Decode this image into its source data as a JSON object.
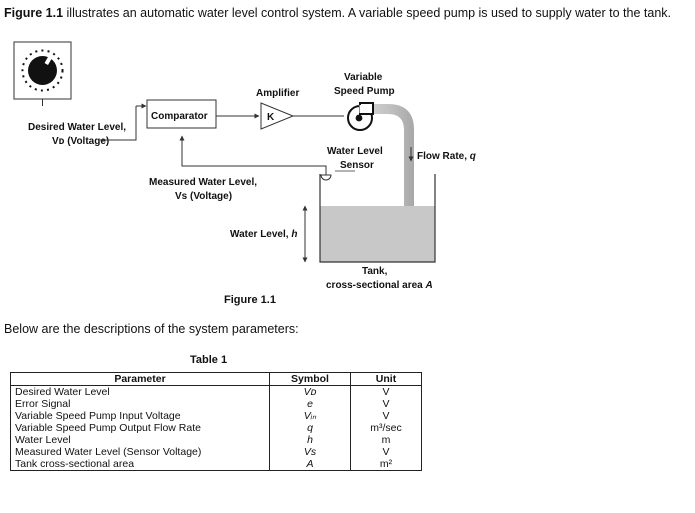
{
  "intro": {
    "figure_ref": "Figure 1.1",
    "rest": " illustrates an automatic water level control system. A variable speed pump is used to supply water to the tank."
  },
  "diagram": {
    "amplifier_label": "Amplifier",
    "amplifier_gain": "K",
    "pump_label_line1": "Variable",
    "pump_label_line2": "Speed Pump",
    "comparator_label": "Comparator",
    "desired_line1": "Desired Water Level,",
    "desired_line2": "Vᴅ (Voltage)",
    "sensor_line1": "Water Level",
    "sensor_line2": "Sensor",
    "flow_label": "Flow Rate,",
    "flow_symbol": "q",
    "measured_line1": "Measured Water Level,",
    "measured_line2": "Vs (Voltage)",
    "water_level_label": "Water Level,",
    "water_level_symbol": "h",
    "tank_line1": "Tank,",
    "tank_line2": "cross-sectional area",
    "tank_symbol": "A",
    "figure_caption": "Figure 1.1"
  },
  "description": "Below are the descriptions of the system parameters:",
  "table": {
    "title": "Table 1",
    "headers": {
      "parameter": "Parameter",
      "symbol": "Symbol",
      "unit": "Unit"
    },
    "rows": [
      {
        "parameter": "Desired Water Level",
        "symbol": "Vᴅ",
        "unit": "V"
      },
      {
        "parameter": "Error Signal",
        "symbol": "e",
        "unit": "V"
      },
      {
        "parameter": "Variable Speed Pump Input Voltage",
        "symbol": "Vᵢₙ",
        "unit": "V"
      },
      {
        "parameter": "Variable Speed Pump Output Flow Rate",
        "symbol": "q",
        "unit": "m³/sec"
      },
      {
        "parameter": "Water Level",
        "symbol": "h",
        "unit": "m"
      },
      {
        "parameter": "Measured Water Level (Sensor Voltage)",
        "symbol": "Vs",
        "unit": "V"
      },
      {
        "parameter": "Tank cross-sectional area",
        "symbol": "A",
        "unit": "m²"
      }
    ]
  }
}
